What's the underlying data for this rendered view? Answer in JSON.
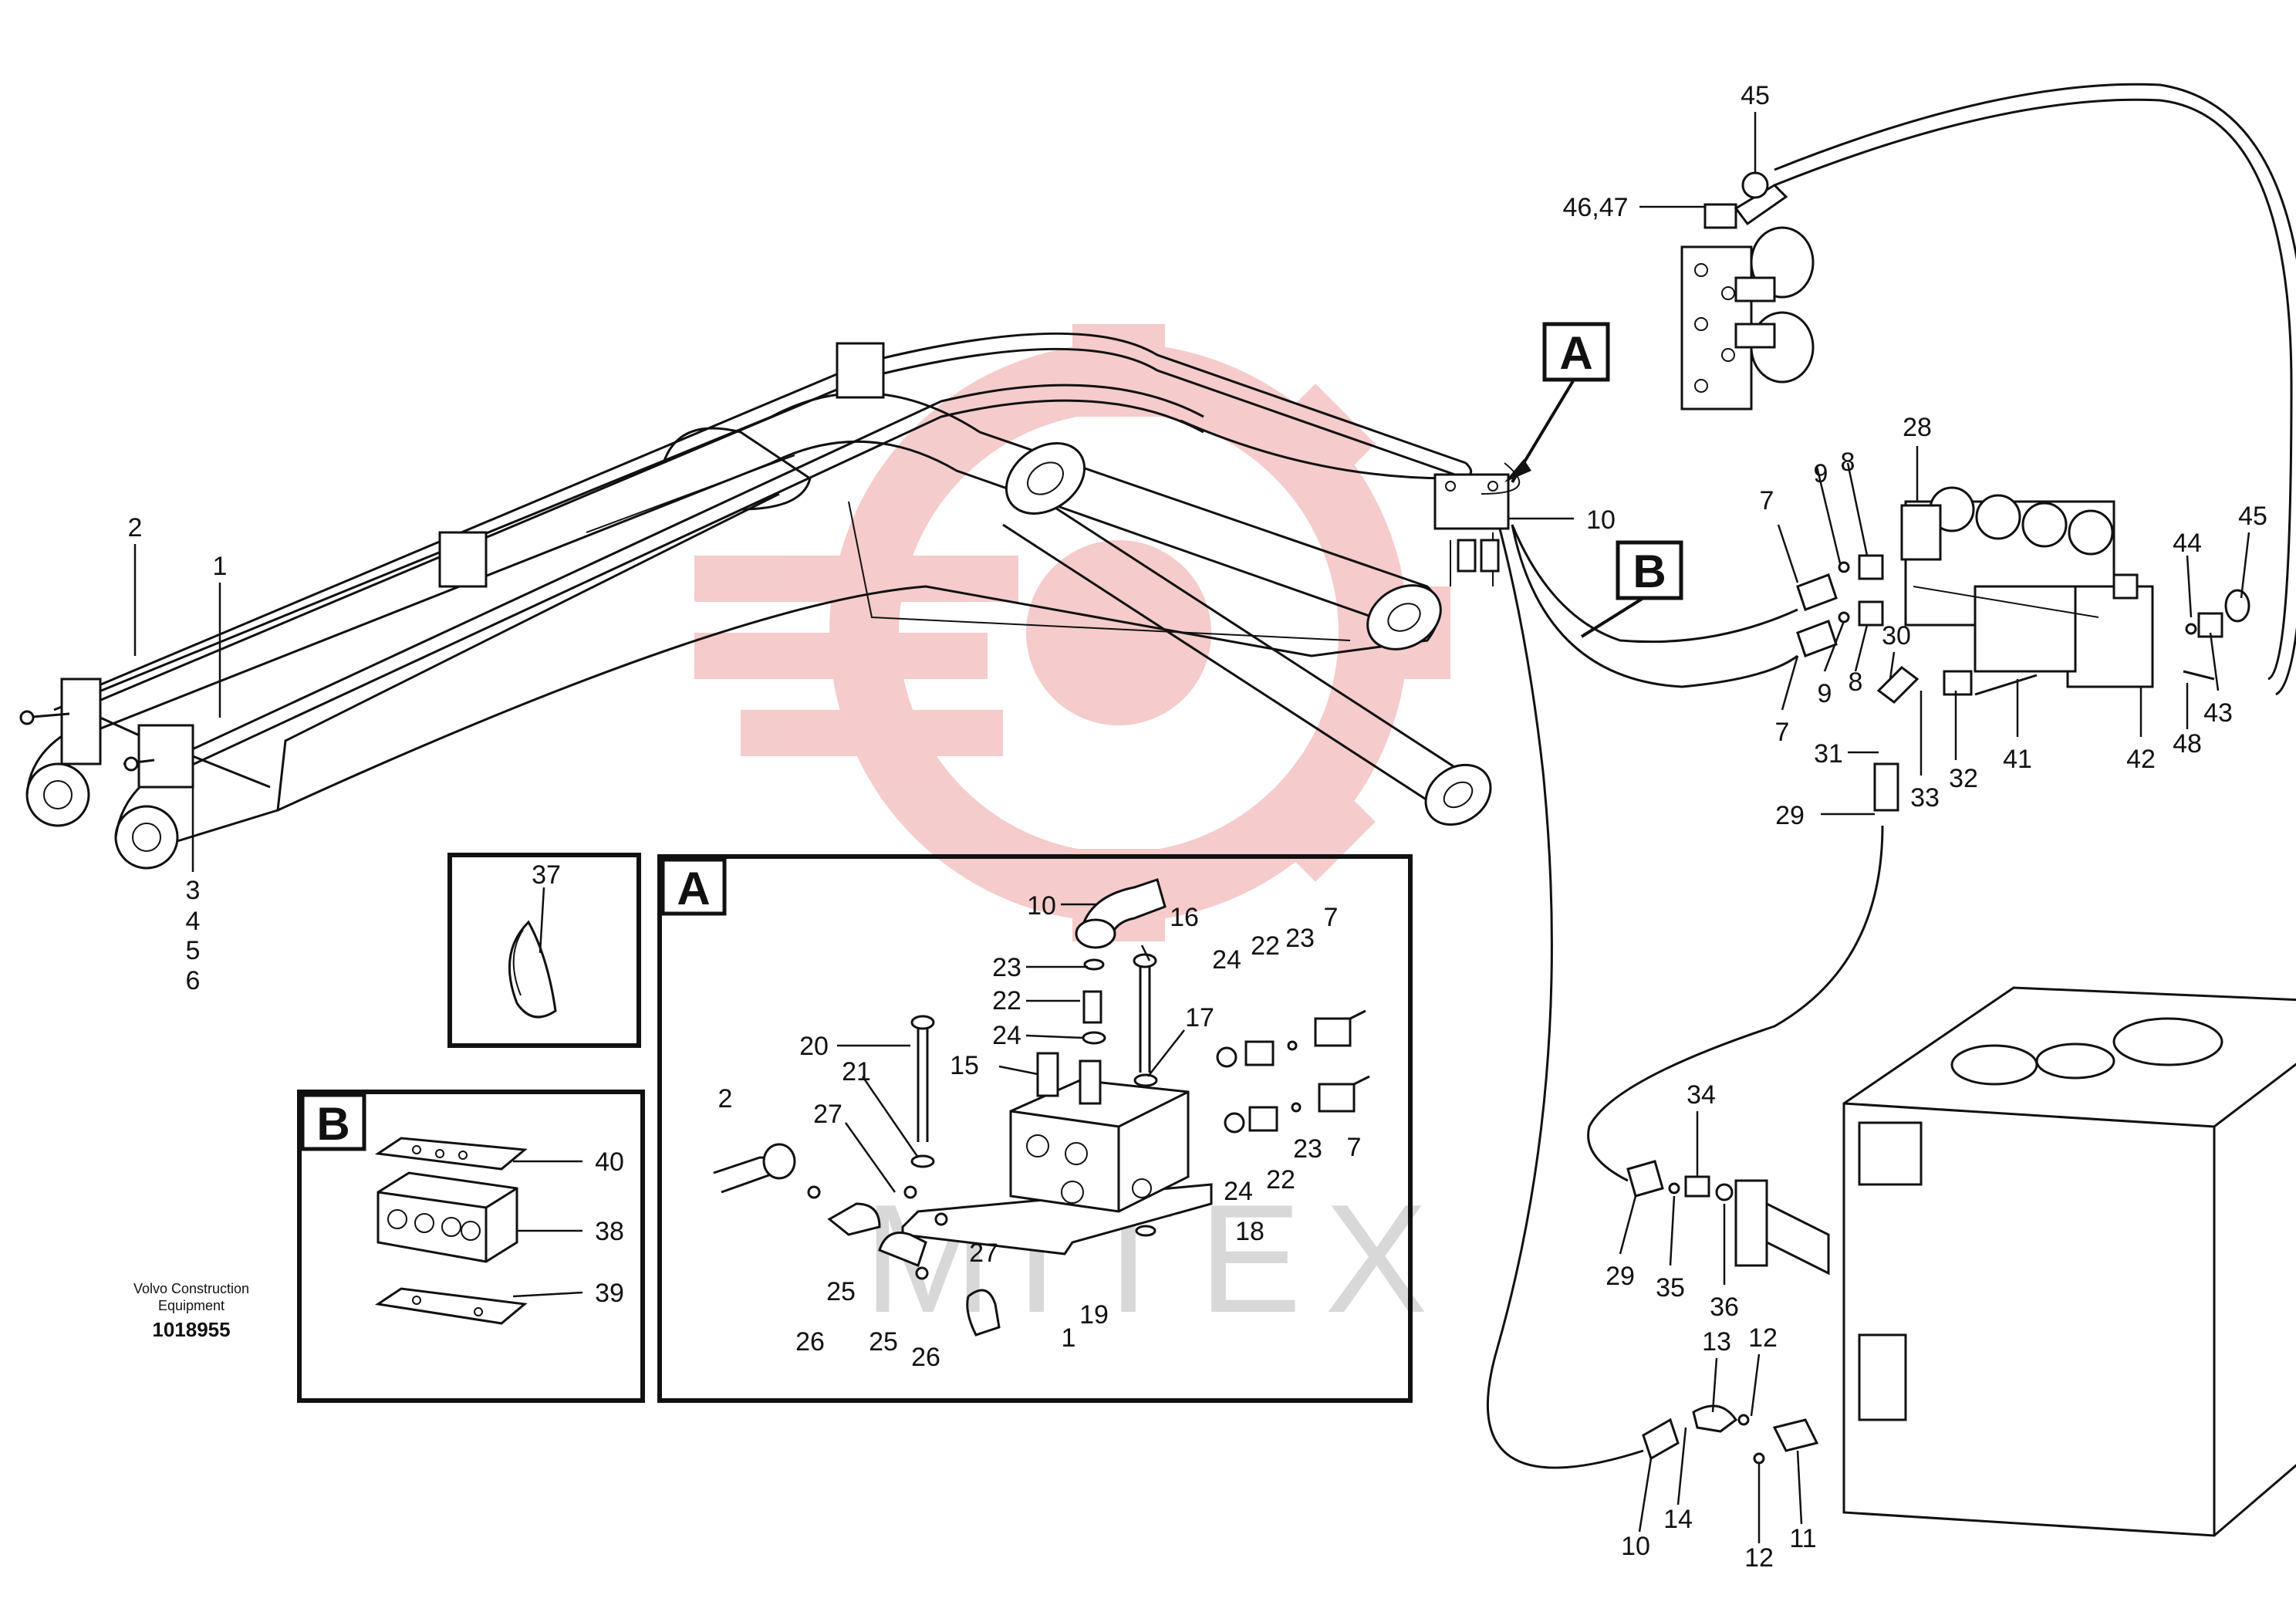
{
  "caption": {
    "line1": "Volvo Construction",
    "line2": "Equipment",
    "number": "1018955"
  },
  "watermark": "MITEX",
  "colors": {
    "ink": "#111111",
    "watermark_red": "#f4c6c6",
    "watermark_gray": "#d8d8d8"
  },
  "callouts": {
    "A": "A",
    "B": "B"
  },
  "insets": {
    "detail_a": {
      "title": "A"
    },
    "detail_b": {
      "title": "B"
    }
  },
  "labels": {
    "l1": "1",
    "l2": "2",
    "l3": "3",
    "l4": "4",
    "l5": "5",
    "l6": "6",
    "l10_top": "10",
    "l45_top": "45",
    "l46_47": "46,47",
    "l28": "28",
    "l7_a": "7",
    "l9_a": "9",
    "l8_a": "8",
    "l7_b": "7",
    "l9_b": "9",
    "l8_b": "8",
    "l30": "30",
    "l31": "31",
    "l29_a": "29",
    "l33": "33",
    "l32": "32",
    "l41": "41",
    "l42": "42",
    "l44": "44",
    "l45_right": "45",
    "l43": "43",
    "l48": "48",
    "l34": "34",
    "l29_b": "29",
    "l35": "35",
    "l36": "36",
    "l13": "13",
    "l12_a": "12",
    "l12_b": "12",
    "l10_bottom": "10",
    "l14": "14",
    "l11": "11",
    "l37": "37",
    "l40": "40",
    "l38": "38",
    "l39": "39",
    "a10": "10",
    "a16": "16",
    "a23_a": "23",
    "a22_a": "22",
    "a24_a": "24",
    "a15": "15",
    "a20": "20",
    "a21": "21",
    "a17": "17",
    "a24_b": "24",
    "a22_b": "22",
    "a23_b": "23",
    "a7_a": "7",
    "a7_b": "7",
    "a23_c": "23",
    "a22_c": "22",
    "a24_c": "24",
    "a2": "2",
    "a27_a": "27",
    "a27_b": "27",
    "a25_a": "25",
    "a25_b": "25",
    "a26_a": "26",
    "a26_b": "26",
    "a1": "1",
    "a19": "19",
    "a18": "18"
  }
}
